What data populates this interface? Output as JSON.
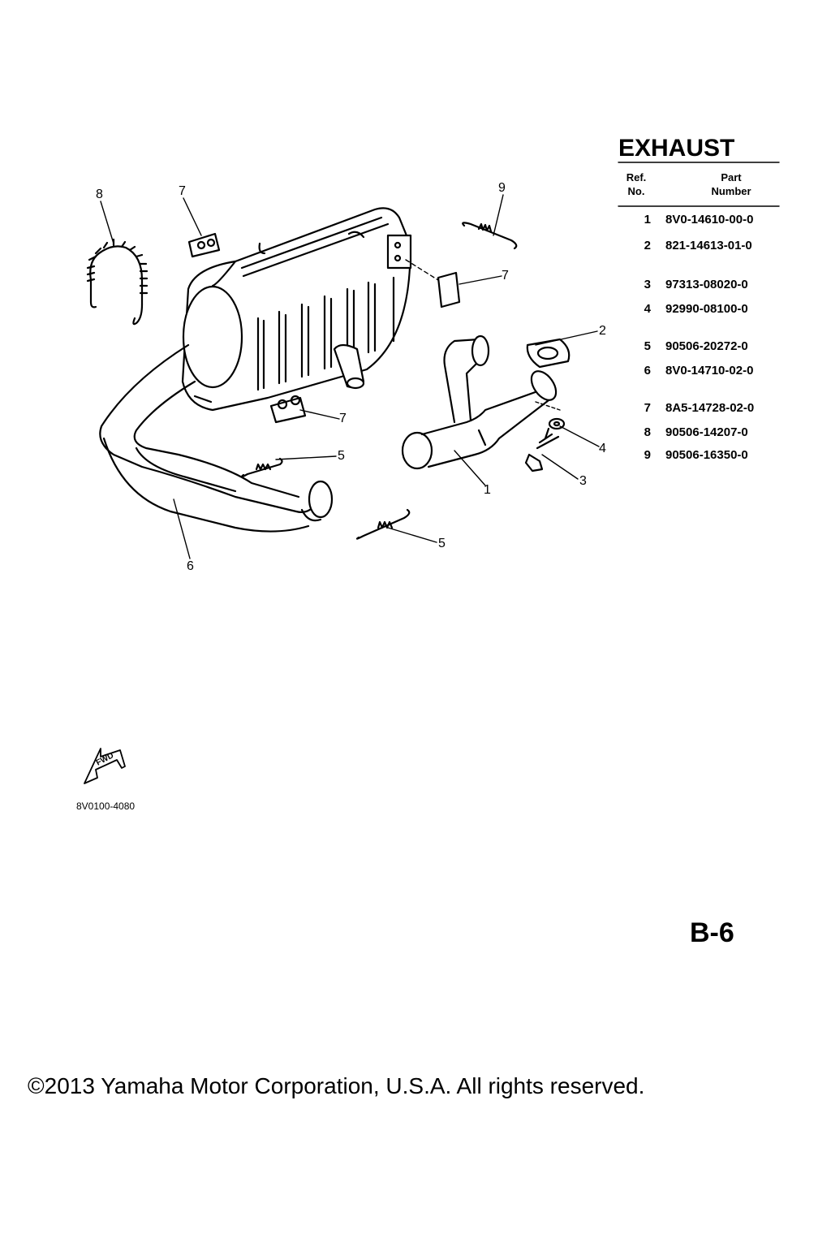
{
  "section_title": "EXHAUST",
  "table_header": {
    "ref_line1": "Ref.",
    "ref_line2": "No.",
    "part_line1": "Part",
    "part_line2": "Number"
  },
  "parts": [
    {
      "ref": "1",
      "number": "8V0-14610-00-0"
    },
    {
      "ref": "2",
      "number": "821-14613-01-0"
    },
    {
      "ref": "3",
      "number": "97313-08020-0"
    },
    {
      "ref": "4",
      "number": "92990-08100-0"
    },
    {
      "ref": "5",
      "number": "90506-20272-0"
    },
    {
      "ref": "6",
      "number": "8V0-14710-02-0"
    },
    {
      "ref": "7",
      "number": "8A5-14728-02-0"
    },
    {
      "ref": "8",
      "number": "90506-14207-0"
    },
    {
      "ref": "9",
      "number": "90506-16350-0"
    }
  ],
  "callouts": {
    "c1": "1",
    "c2": "2",
    "c3": "3",
    "c4": "4",
    "c5a": "5",
    "c5b": "5",
    "c6": "6",
    "c7a": "7",
    "c7b": "7",
    "c7c": "7",
    "c8": "8",
    "c9": "9"
  },
  "fwd_label": "FWD",
  "fwd_code": "8V0100-4080",
  "page_id": "B-6",
  "copyright": "©2013 Yamaha Motor Corporation, U.S.A. All rights reserved."
}
